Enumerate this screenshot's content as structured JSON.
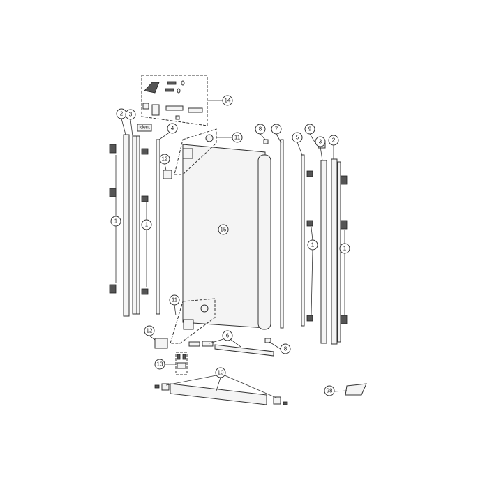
{
  "diagram": {
    "ident_label": "Ident",
    "callouts": {
      "c14": "14",
      "c2a": "2",
      "c3a": "3",
      "c4": "4",
      "c11a": "11",
      "c12a": "12",
      "c1a": "1",
      "c1b": "1",
      "c15": "15",
      "c8a": "8",
      "c7": "7",
      "c5": "5",
      "c9": "9",
      "c3b": "3",
      "c2b": "2",
      "c1c": "1",
      "c1d": "1",
      "c11b": "11",
      "c12b": "12",
      "c6": "6",
      "c8b": "8",
      "c13": "13",
      "c10": "10",
      "c98": "98"
    }
  }
}
